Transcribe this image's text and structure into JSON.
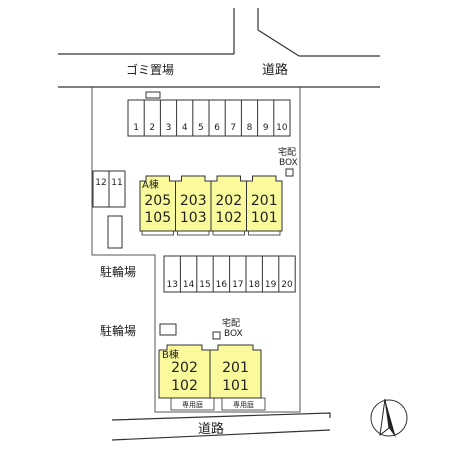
{
  "map": {
    "road_top": "道路",
    "road_bottom": "道路",
    "garbage_label": "ゴミ置場",
    "bicycle_label_1": "駐輪場",
    "bicycle_label_2": "駐輪場",
    "delivery_box_1": [
      "宅配",
      "BOX"
    ],
    "delivery_box_2": [
      "宅配",
      "BOX"
    ],
    "parking_top": [
      "1",
      "2",
      "3",
      "4",
      "5",
      "6",
      "7",
      "8",
      "9",
      "10"
    ],
    "parking_left": [
      "12",
      "11"
    ],
    "parking_bottom": [
      "13",
      "14",
      "15",
      "16",
      "17",
      "18",
      "19",
      "20"
    ],
    "building_a": {
      "label": "A棟",
      "units": [
        {
          "upper": "205",
          "lower": "105"
        },
        {
          "upper": "203",
          "lower": "103"
        },
        {
          "upper": "202",
          "lower": "102"
        },
        {
          "upper": "201",
          "lower": "101"
        }
      ]
    },
    "building_b": {
      "label": "B棟",
      "units": [
        {
          "upper": "202",
          "lower": "102"
        },
        {
          "upper": "201",
          "lower": "101"
        }
      ],
      "private_garden": "専用庭"
    },
    "north_arrow": "N"
  },
  "colors": {
    "building_fill": "#fafa9c",
    "line": "#333333"
  }
}
